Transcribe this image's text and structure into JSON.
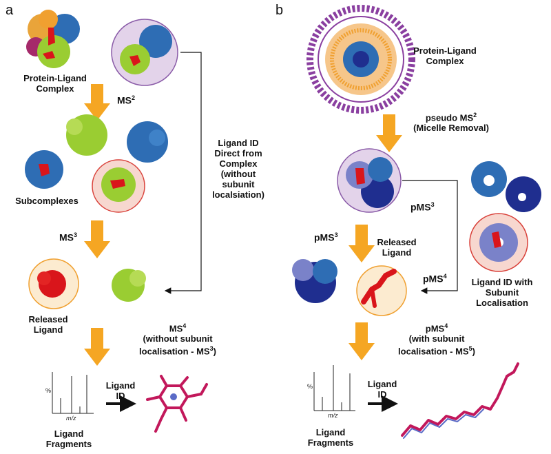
{
  "panels": {
    "a": "a",
    "b": "b"
  },
  "panel_a": {
    "complex_label_1": "Protein-Ligand",
    "complex_label_2": "Complex",
    "ms2": "MS",
    "ms2_sup": "2",
    "subcomplexes": "Subcomplexes",
    "ms3": "MS",
    "ms3_sup": "3",
    "released_1": "Released",
    "released_2": "Ligand",
    "ms4": "MS",
    "ms4_sup": "4",
    "ms4_note": "(without subunit",
    "ms4_note2": "localisation - MS",
    "ms4_note2_sup": "3",
    "ms4_note2_end": ")",
    "ligand_id_1": "Ligand",
    "ligand_id_2": "ID",
    "fragments_1": "Ligand",
    "fragments_2": "Fragments",
    "direct_1": "Ligand ID",
    "direct_2": "Direct from",
    "direct_3": "Complex",
    "direct_4": "(without",
    "direct_5": "subunit",
    "direct_6": "localsiation)",
    "pct": "%",
    "mz": "m/z"
  },
  "panel_b": {
    "complex_label_1": "Protein-Ligand",
    "complex_label_2": "Complex",
    "pseudo_1": "pseudo MS",
    "pseudo_sup": "2",
    "pseudo_2": "(Micelle Removal)",
    "pms3_right": "pMS",
    "pms3_right_sup": "3",
    "pms3_left": "pMS",
    "pms3_left_sup": "3",
    "released_1": "Released",
    "released_2": "Ligand",
    "pms4_right": "pMS",
    "pms4_right_sup": "4",
    "subunit_1": "Ligand ID with",
    "subunit_2": "Subunit",
    "subunit_3": "Localisation",
    "pms4_down": "pMS",
    "pms4_down_sup": "4",
    "pms4_note": "(with subunit",
    "pms4_note2": "localisation - MS",
    "pms4_note2_sup": "5",
    "pms4_note2_end": ")",
    "ligand_id_1": "Ligand",
    "ligand_id_2": "ID",
    "fragments_1": "Ligand",
    "fragments_2": "Fragments",
    "pct": "%",
    "mz": "m/z"
  },
  "colors": {
    "arrow": "#F5A623",
    "green": "#9ACD32",
    "blue": "#2E6DB4",
    "navy": "#1F2E8F",
    "red": "#D9151B",
    "orange": "#F0A030",
    "purple_circle": "#E3D3EA",
    "pink_circle": "#F7D7CF",
    "yellow_circle": "#FCEBD0",
    "micelle": "#8A3FA0"
  }
}
